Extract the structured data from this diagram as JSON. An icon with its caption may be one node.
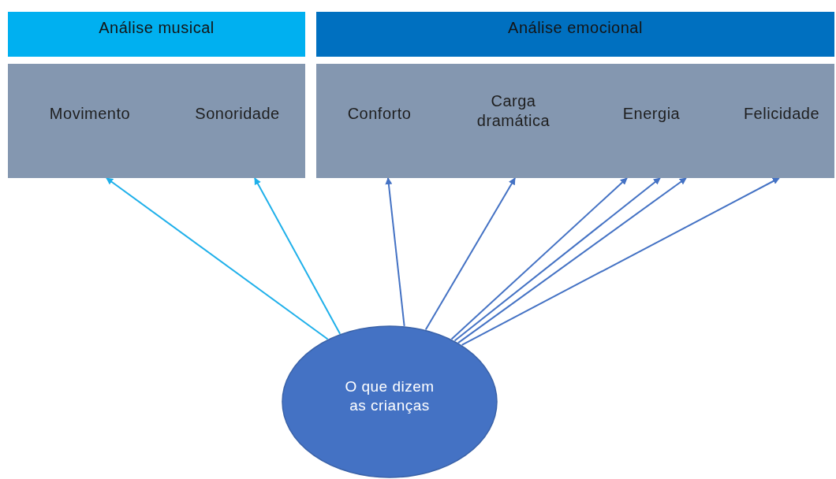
{
  "diagram": {
    "nodes": [
      {
        "text": [
          "Análise musical"
        ]
      },
      {
        "text": [],
        "shape": "box"
      },
      {
        "text": [
          "Movimento"
        ],
        "in": 1
      },
      {
        "text": [
          "Sonoridade"
        ],
        "in": 1
      },
      {
        "text": [
          "Análise emocional"
        ]
      },
      {
        "text": [],
        "shape": "box"
      },
      {
        "text": [
          "Conforto"
        ],
        "in": 5
      },
      {
        "text": [
          "Carga dramática"
        ],
        "in": 5
      },
      {
        "text": [
          "Energia"
        ],
        "in": 5
      },
      {
        "text": [
          "Felicidade"
        ],
        "in": 5
      },
      {
        "text": [
          "O que dizem as crianças"
        ]
      }
    ],
    "edges": [
      {
        "from": 10,
        "to": 1,
        "arrow": "to",
        "color": "#1fb0ea"
      },
      {
        "from": 10,
        "to": 1,
        "arrow": "to",
        "color": "#1fb0ea"
      },
      {
        "from": 10,
        "to": 5,
        "arrow": "to"
      },
      {
        "from": 10,
        "to": 5,
        "arrow": "to"
      },
      {
        "from": 10,
        "to": 5,
        "arrow": "to"
      },
      {
        "from": 10,
        "to": 5,
        "arrow": "to"
      },
      {
        "from": 10,
        "to": 5,
        "arrow": "to"
      },
      {
        "from": 10,
        "to": 5,
        "arrow": "to"
      }
    ]
  }
}
